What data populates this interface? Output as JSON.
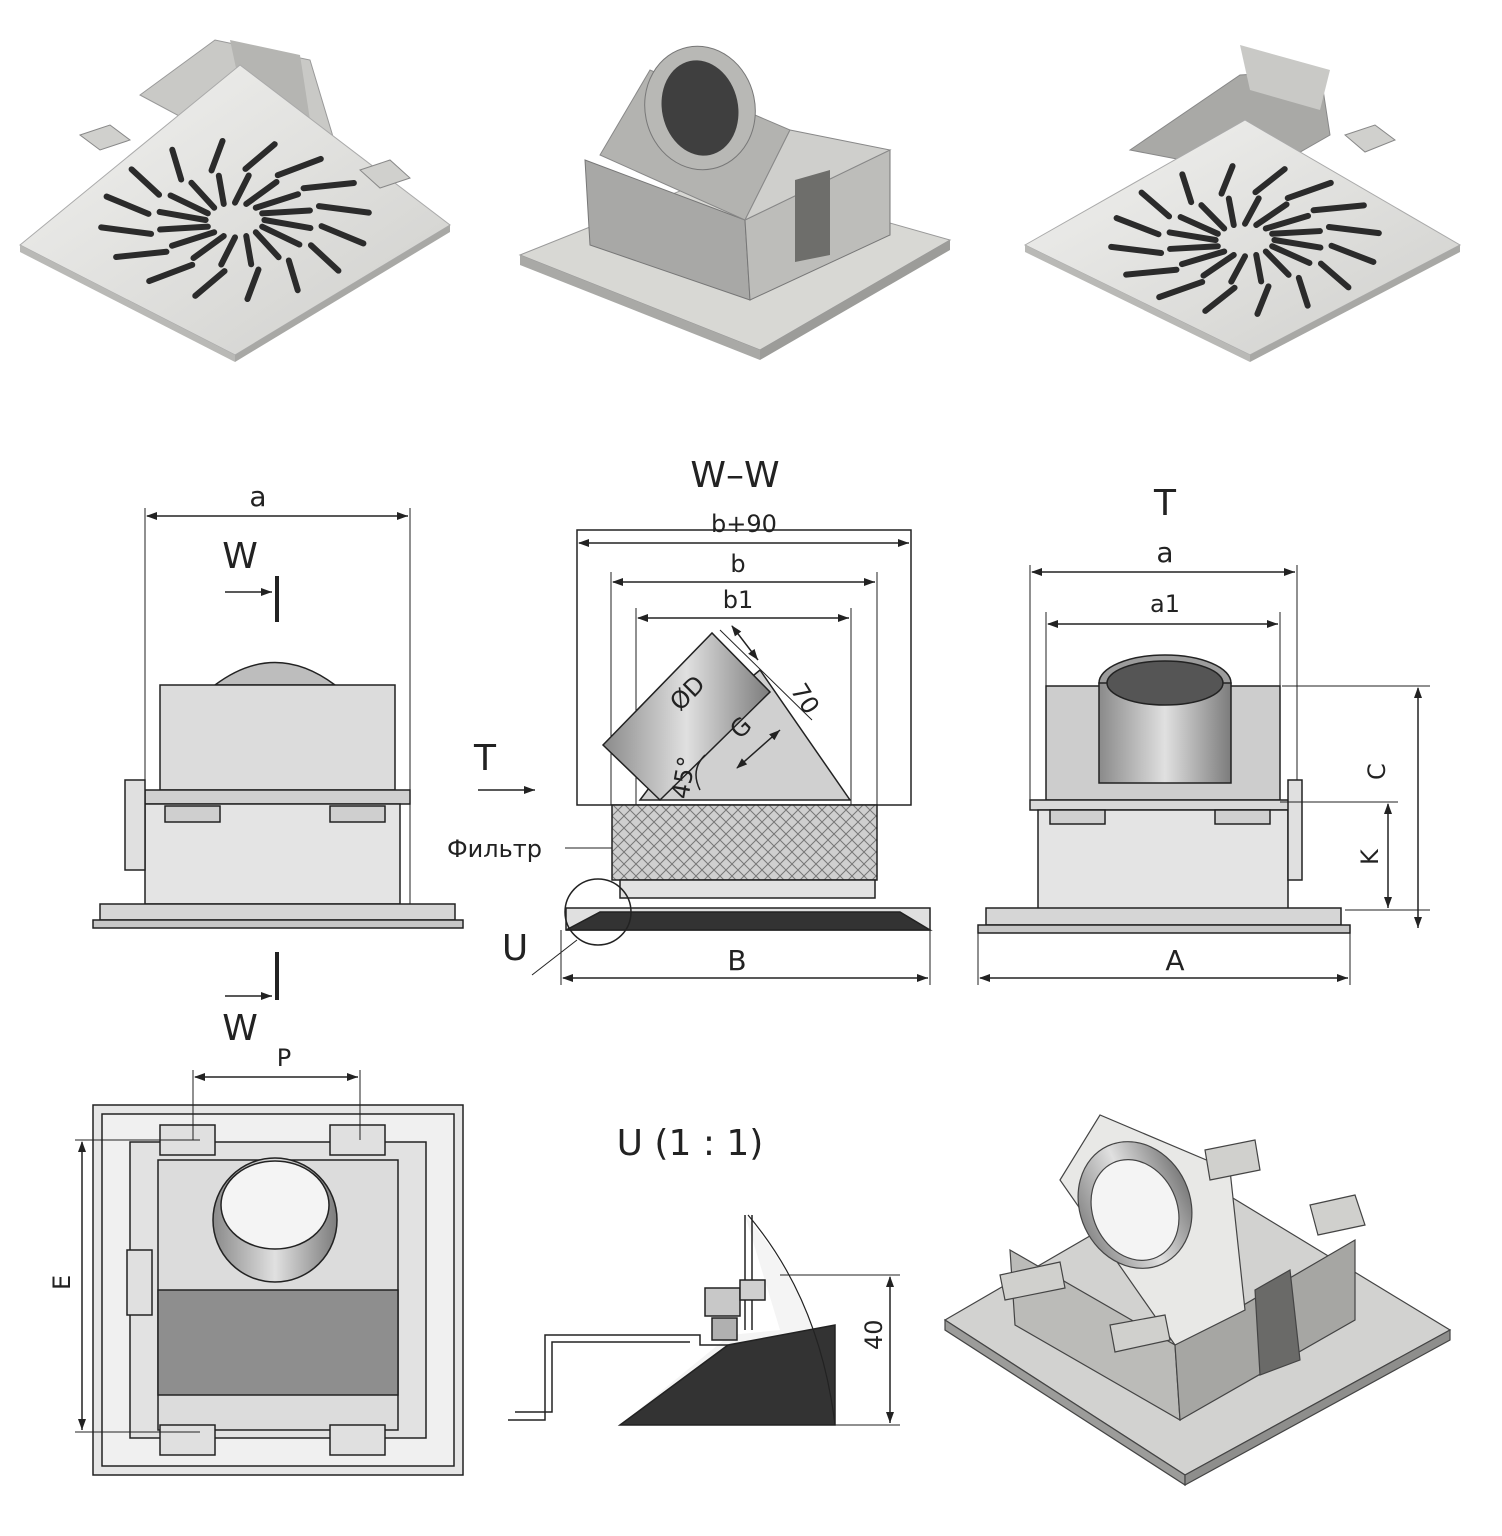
{
  "views": {
    "section_title": "W–W",
    "side_view_title": "T",
    "detail_title": "U (1 : 1)"
  },
  "dims": {
    "a_left": "a",
    "w_top": "W",
    "w_bottom": "W",
    "b_plus_90": "b+90",
    "b": "b",
    "b1": "b1",
    "seventy": "70",
    "diam_d": "ØD",
    "g": "G",
    "angle_45": "45°",
    "t_arrow": "T",
    "filter": "Фильтр",
    "u_callout": "U",
    "b_bottom": "B",
    "a_right": "a",
    "a1": "a1",
    "c": "C",
    "k": "K",
    "a_bottom": "A",
    "p": "P",
    "e": "E",
    "forty": "40"
  },
  "colors": {
    "line": "#222222",
    "panel": "#dcdcdc",
    "panel_dark": "#9a9a9a",
    "body_mid": "#c4c4c4",
    "dark_fill": "#3a3a3a",
    "grille_slot": "#2b2b2b"
  }
}
